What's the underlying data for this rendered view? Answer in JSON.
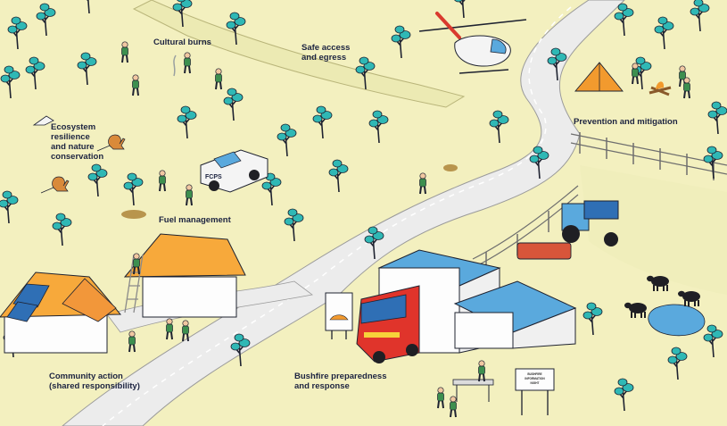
{
  "labels": {
    "cultural_burns": "Cultural burns",
    "safe_access": "Safe access\nand egress",
    "ecosystem": "Ecosystem\nresilience\nand nature\nconservation",
    "fuel_management": "Fuel management",
    "prevention": "Prevention and mitigation",
    "community": "Community action\n(shared responsibility)",
    "preparedness": "Bushfire preparedness\nand response"
  },
  "signs": {
    "info_line1": "BUSHFIRE",
    "info_line2": "INFORMATION",
    "info_line3": "NIGHT",
    "vehicle_text": "FCPS"
  },
  "colors": {
    "ground": "#f3f0bf",
    "road": "#ececec",
    "tree_foliage": "#2fb8b5",
    "roof_orange": "#f7a93b",
    "truck_red": "#e0342b",
    "text": "#1c2340"
  },
  "icons": [
    "eucalyptus-tree-icon",
    "helicopter-icon",
    "fire-truck-icon",
    "tractor-icon",
    "cow-icon",
    "kangaroo-icon",
    "tent-icon",
    "house-icon",
    "solar-panel-icon",
    "firefighter-icon",
    "fire-danger-rating-sign-icon"
  ]
}
